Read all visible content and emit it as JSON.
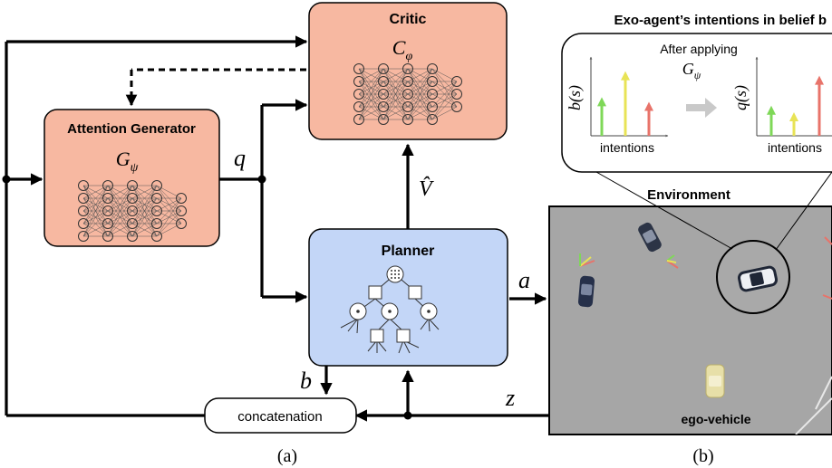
{
  "blocks": {
    "critic": {
      "title": "Critic",
      "symbol": "C",
      "subscript": "φ"
    },
    "attention": {
      "title": "Attention Generator",
      "symbol": "G",
      "subscript": "ψ"
    },
    "planner": {
      "title": "Planner"
    },
    "concat": {
      "label": "concatenation"
    }
  },
  "signals": {
    "q": "q",
    "vhat": "V̂",
    "a": "a",
    "b": "b",
    "z": "z"
  },
  "belief_panel": {
    "title": "Exo-agent’s intentions in belief b",
    "after_label": "After applying",
    "transform_symbol": "G",
    "transform_sub": "ψ",
    "left_ylabel": "b(s)",
    "right_ylabel": "q(s)",
    "xlabel": "intentions",
    "colors": {
      "green": "#7fd858",
      "yellow": "#e8e356",
      "red": "#e8736a"
    },
    "left_bars": [
      0.55,
      0.95,
      0.48
    ],
    "right_bars": [
      0.42,
      0.32,
      0.88
    ]
  },
  "environment": {
    "title": "Environment",
    "ego_label": "ego-vehicle"
  },
  "captions": {
    "a": "(a)",
    "b": "(b)"
  }
}
